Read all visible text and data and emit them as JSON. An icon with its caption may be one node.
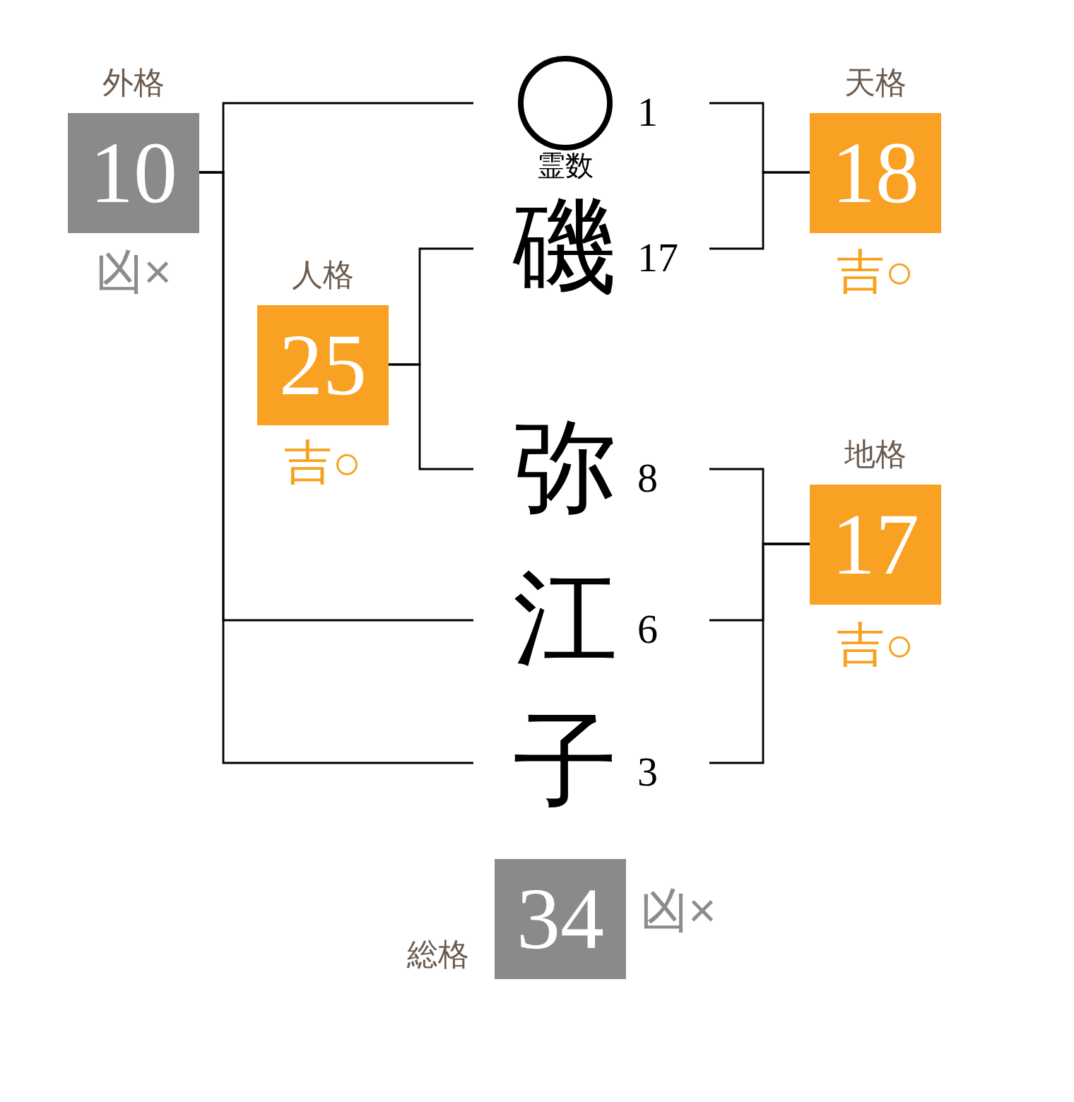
{
  "diagram": {
    "nodes": [
      {
        "text": [
          "外格",
          "10"
        ],
        "beside": [
          "凶×"
        ]
      },
      {
        "text": [],
        "shape": "circle",
        "beside": [
          "1",
          "霊数"
        ]
      },
      {
        "text": [
          "天格",
          "18"
        ],
        "beside": [
          "吉○"
        ]
      },
      {
        "text": [
          "磯"
        ],
        "beside": [
          "17"
        ]
      },
      {
        "text": [
          "人格",
          "25"
        ],
        "beside": [
          "吉○"
        ]
      },
      {
        "text": [
          "弥"
        ],
        "beside": [
          "8"
        ]
      },
      {
        "text": [
          "地格",
          "17"
        ],
        "beside": [
          "吉○"
        ]
      },
      {
        "text": [
          "江"
        ],
        "beside": [
          "6"
        ]
      },
      {
        "text": [
          "子"
        ],
        "beside": [
          "3"
        ]
      },
      {
        "text": [
          "総格",
          "34"
        ],
        "beside": [
          "凶×"
        ]
      }
    ],
    "edges": [
      {
        "from": 1,
        "to": 2,
        "arrow": "none"
      },
      {
        "from": 3,
        "to": 2,
        "arrow": "none"
      },
      {
        "from": 3,
        "to": 4,
        "arrow": "none"
      },
      {
        "from": 5,
        "to": 4,
        "arrow": "none"
      },
      {
        "from": 5,
        "to": 6,
        "arrow": "none"
      },
      {
        "from": 7,
        "to": 6,
        "arrow": "none"
      },
      {
        "from": 8,
        "to": 6,
        "arrow": "none"
      },
      {
        "from": 1,
        "to": 0,
        "arrow": "none"
      },
      {
        "from": 7,
        "to": 0,
        "arrow": "none"
      },
      {
        "from": 8,
        "to": 0,
        "arrow": "none"
      }
    ]
  }
}
